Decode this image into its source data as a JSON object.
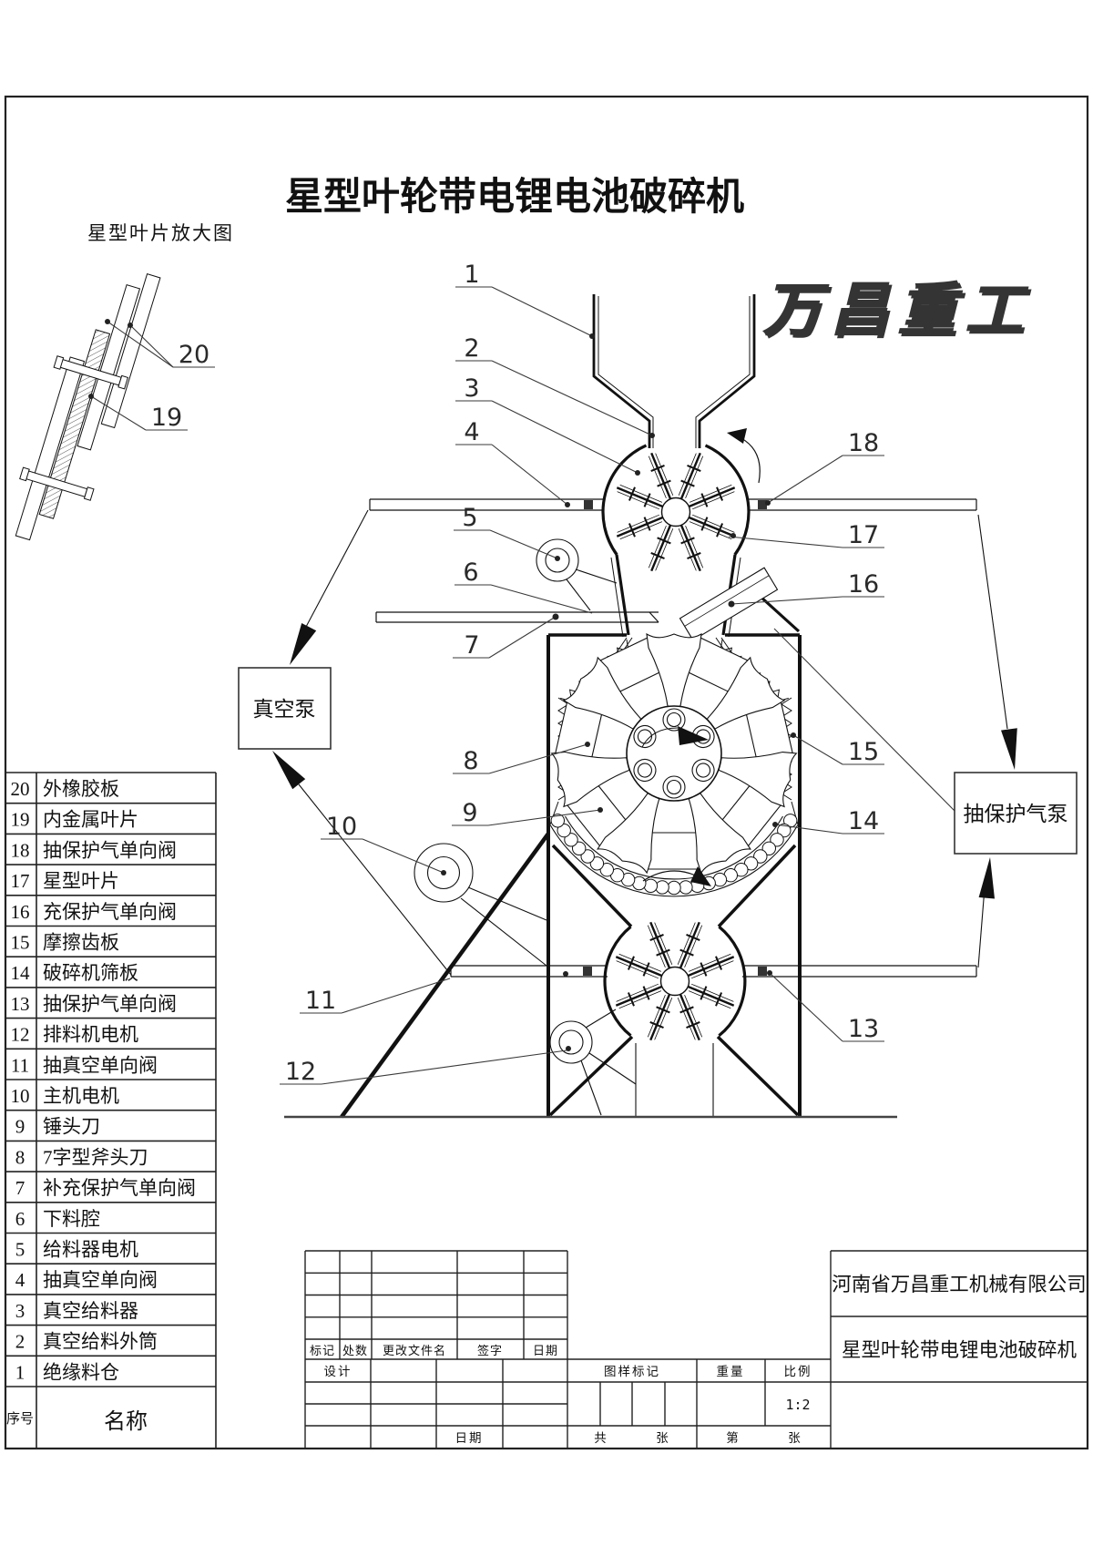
{
  "drawing": {
    "title": "星型叶轮带电锂电池破碎机",
    "detail_label": "星型叶片放大图",
    "watermark": "万昌重工",
    "vacuum_pump": "真空泵",
    "gas_pump": "抽保护气泵",
    "callouts": {
      "n1": "1",
      "n2": "2",
      "n3": "3",
      "n4": "4",
      "n5": "5",
      "n6": "6",
      "n7": "7",
      "n8": "8",
      "n9": "9",
      "n10": "10",
      "n11": "11",
      "n12": "12",
      "n13": "13",
      "n14": "14",
      "n15": "15",
      "n16": "16",
      "n17": "17",
      "n18": "18",
      "n19": "19",
      "n20": "20"
    }
  },
  "parts_table": {
    "header": {
      "no": "序号",
      "name": "名称"
    },
    "rows": [
      {
        "no": "20",
        "name": "外橡胶板"
      },
      {
        "no": "19",
        "name": "内金属叶片"
      },
      {
        "no": "18",
        "name": "抽保护气单向阀"
      },
      {
        "no": "17",
        "name": "星型叶片"
      },
      {
        "no": "16",
        "name": "充保护气单向阀"
      },
      {
        "no": "15",
        "name": "摩擦齿板"
      },
      {
        "no": "14",
        "name": "破碎机筛板"
      },
      {
        "no": "13",
        "name": "抽保护气单向阀"
      },
      {
        "no": "12",
        "name": "排料机电机"
      },
      {
        "no": "11",
        "name": "抽真空单向阀"
      },
      {
        "no": "10",
        "name": "主机电机"
      },
      {
        "no": "9",
        "name": "锤头刀"
      },
      {
        "no": "8",
        "name": "7字型斧头刀"
      },
      {
        "no": "7",
        "name": "补充保护气单向阀"
      },
      {
        "no": "6",
        "name": "下料腔"
      },
      {
        "no": "5",
        "name": "给料器电机"
      },
      {
        "no": "4",
        "name": "抽真空单向阀"
      },
      {
        "no": "3",
        "name": "真空给料器"
      },
      {
        "no": "2",
        "name": "真空给料外筒"
      },
      {
        "no": "1",
        "name": "绝缘料仓"
      }
    ]
  },
  "title_block": {
    "company": "河南省万昌重工机械有限公司",
    "product": "星型叶轮带电锂电池破碎机",
    "mark": "标记",
    "count": "处数",
    "change_file": "更改文件名",
    "sign": "签字",
    "date": "日期",
    "design": "设计",
    "stamp": "图样标记",
    "weight": "重量",
    "scale": "比例",
    "scale_value": "1:2",
    "total": "共",
    "sheet": "张",
    "number": "第"
  }
}
